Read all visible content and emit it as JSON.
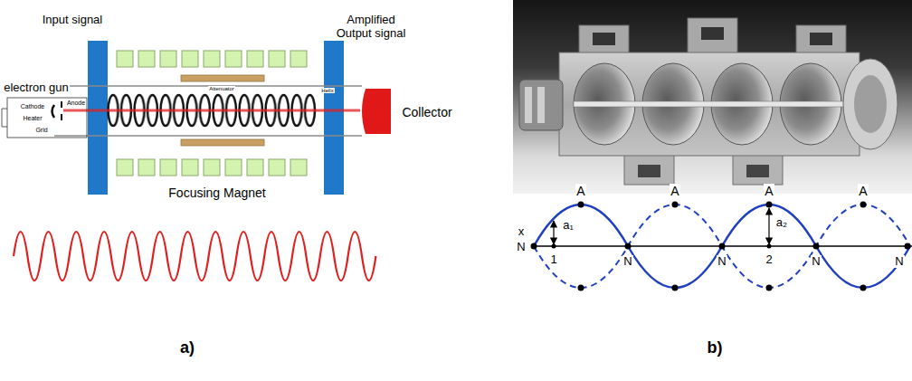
{
  "diagram": {
    "labels": [
      "Input signal",
      "Amplified Output signal",
      "electron gun",
      "Cathode",
      "Heater",
      "Grid",
      "Anode",
      "Attenuator",
      "Helix",
      "Focusing Magnet",
      "Collector",
      "a)",
      "A",
      "A",
      "A",
      "A",
      "x",
      "N",
      "N",
      "N",
      "N",
      "N",
      "a₁",
      "1",
      "a₂",
      "2",
      "b)"
    ]
  }
}
